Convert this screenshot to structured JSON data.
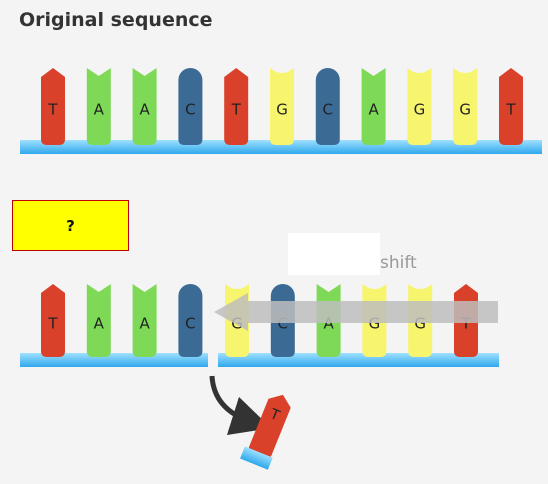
{
  "title": "Original sequence",
  "question_box": {
    "text": "?"
  },
  "shift_label": "shift",
  "colors": {
    "T": "#d9412a",
    "A": "#7ed957",
    "C": "#3b6a94",
    "G": "#f7f46e",
    "backbone": "#4db8f0",
    "arrow": "#bdbdbd",
    "curve_arrow": "#333333"
  },
  "original_sequence": [
    "T",
    "A",
    "A",
    "C",
    "T",
    "G",
    "C",
    "A",
    "G",
    "G",
    "T"
  ],
  "mutated_left": [
    "T",
    "A",
    "A",
    "C"
  ],
  "mutated_right": [
    "G",
    "C",
    "A",
    "G",
    "G",
    "T"
  ],
  "removed_base": "T"
}
